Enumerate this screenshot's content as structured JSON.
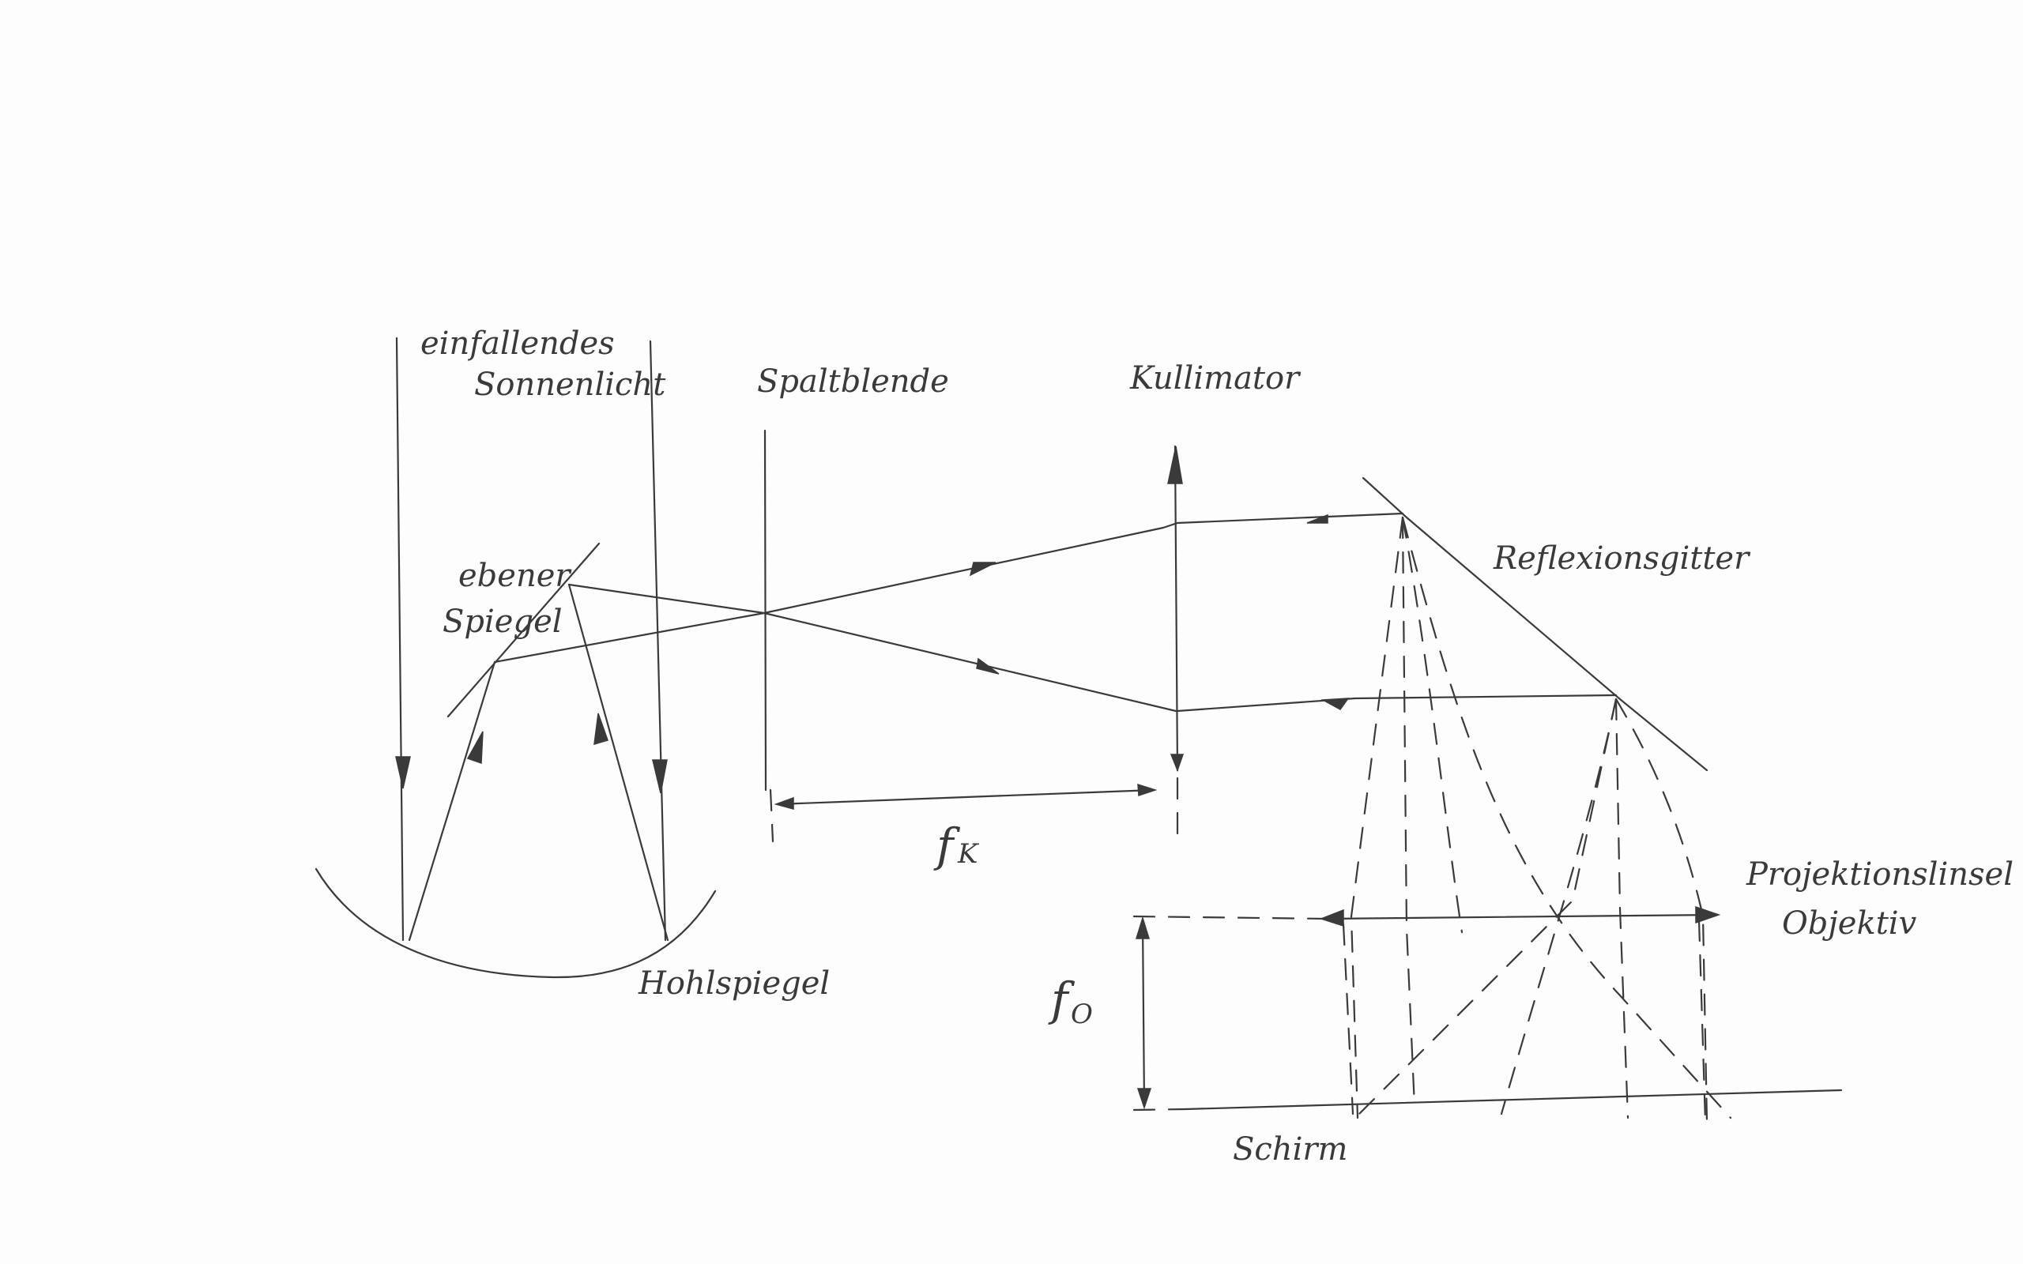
{
  "labels": {
    "incident_light_1": "einfallendes",
    "incident_light_2": "Sonnenlicht",
    "slit": "Spaltblende",
    "collimator": "Kullimator",
    "plane_mirror_1": "ebener",
    "plane_mirror_2": "Spiegel",
    "reflection_grating": "Reflexionsgitter",
    "concave_mirror": "Hohlspiegel",
    "collimator_focal_main": "f",
    "collimator_focal_sub": "K",
    "projection_lens_1": "Projektionslinsel",
    "projection_lens_2": "Objektiv",
    "objective_focal_main": "f",
    "objective_focal_sub": "O",
    "screen": "Schirm"
  }
}
